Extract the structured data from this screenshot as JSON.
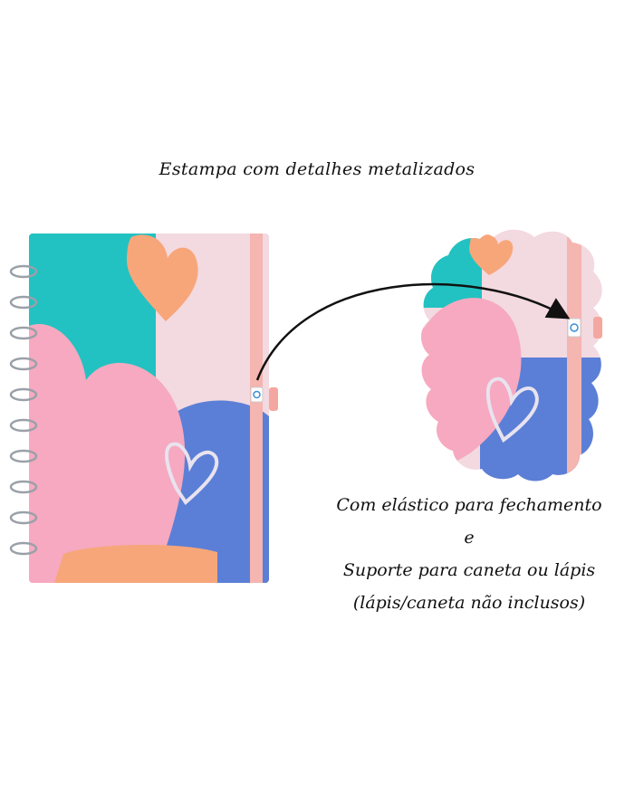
{
  "title": "Estampa com detalhes metalizados",
  "caption": {
    "line1": "Com elástico para fechamento",
    "line2": "e",
    "line3": "Suporte para caneta ou lápis",
    "line4": "(lápis/caneta não inclusos)"
  },
  "colors": {
    "teal": "#22c2c2",
    "peach": "#f7a67a",
    "pink": "#f6a9c0",
    "blush": "#f3d9e0",
    "blue": "#5b7fd6",
    "band": "#f5b5b0",
    "tab": "#f4a7a0",
    "ring": "#9aa0a8"
  }
}
